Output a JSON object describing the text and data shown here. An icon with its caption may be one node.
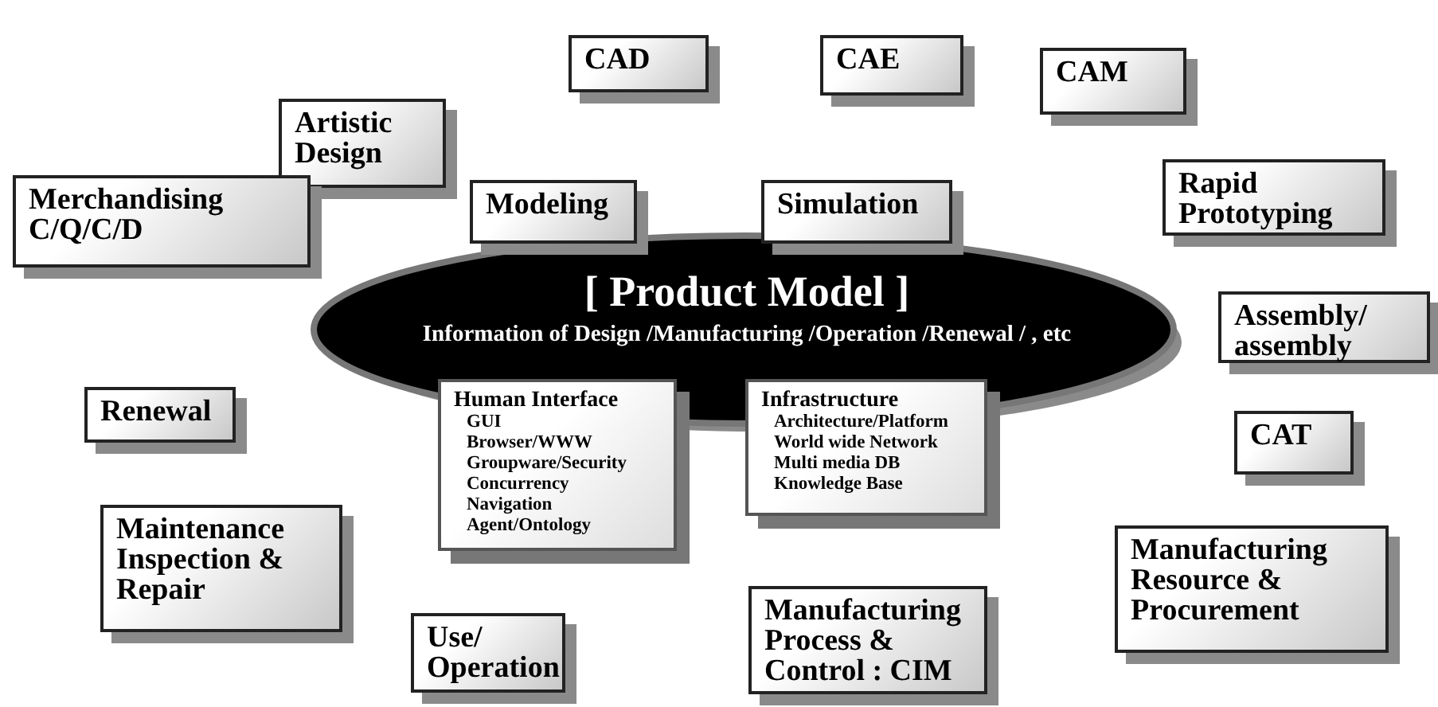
{
  "diagram": {
    "nodes": [
      {
        "text": [
          "CAD"
        ]
      },
      {
        "text": [
          "CAE"
        ]
      },
      {
        "text": [
          "CAM"
        ]
      },
      {
        "text": [
          "Artistic Design"
        ]
      },
      {
        "text": [
          "Merchandising C/Q/C/D"
        ]
      },
      {
        "text": [
          "Modeling"
        ]
      },
      {
        "text": [
          "Simulation"
        ]
      },
      {
        "text": [
          "Rapid Prototyping"
        ]
      },
      {
        "text": [
          "[ Product Model ]",
          "Information of Design /Manufacturing /Operation /Renewal / , etc"
        ]
      },
      {
        "text": [
          "Assembly/ assembly"
        ]
      },
      {
        "text": [
          "Renewal"
        ]
      },
      {
        "text": [
          "Human Interface",
          "GUI",
          "Browser/WWW",
          "Groupware/Security",
          "Concurrency",
          "Navigation",
          "Agent/Ontology"
        ]
      },
      {
        "text": [
          "Infrastructure",
          "Architecture/Platform",
          "World wide Network",
          "Multi media DB",
          "Knowledge Base"
        ]
      },
      {
        "text": [
          "CAT"
        ]
      },
      {
        "text": [
          "Maintenance Inspection & Repair"
        ]
      },
      {
        "text": [
          "Manufacturing Resource & Procurement"
        ]
      },
      {
        "text": [
          "Manufacturing Process & Control : CIM"
        ]
      },
      {
        "text": [
          "Use/ Operation"
        ]
      }
    ],
    "edges": []
  }
}
